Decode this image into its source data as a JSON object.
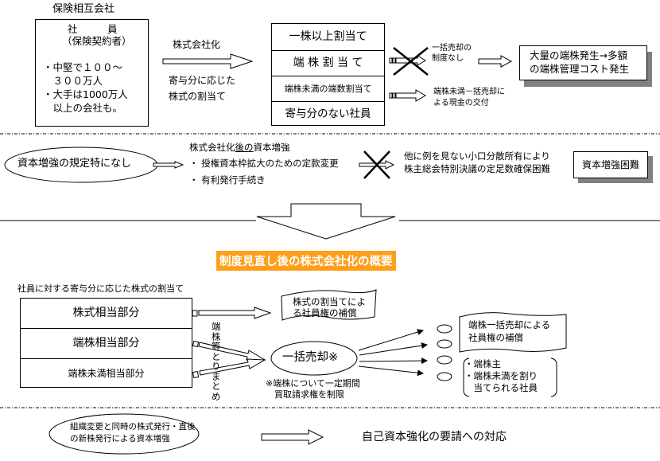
{
  "top": {
    "company_label": "保険相互会社",
    "member_box": {
      "title": "社　　　員",
      "subtitle": "（保険契約者）",
      "bullet1_line1": "・中堅で１００～",
      "bullet1_line2": "　３００万人",
      "bullet2_line1": "・大手は1000万人",
      "bullet2_line2": "　以上の会社も。"
    },
    "arrow_label_above": "株式会社化",
    "arrow_label_below1": "寄与分に応じた",
    "arrow_label_below2": "株式の割当て",
    "allocation_table": [
      "一株以上割当て",
      "端 株 割 当 て",
      "端株未満の端数割当て",
      "寄与分のない社員"
    ],
    "no_system_note_line1": "一括売却の",
    "no_system_note_line2": "制度なし",
    "cash_note_line1": "端株未満－括売却に",
    "cash_note_line2": "よる現金の交付",
    "result_box_line1": "大量の端株発生→多額",
    "result_box_line2": "の端株管理コスト発生"
  },
  "middle": {
    "oval_text": "資本増強の規定特になし",
    "heading_prefix": "株式会社化",
    "heading_underlined": "後の",
    "heading_suffix": "資本増強",
    "item1": "・ 授権資本枠拡大のための定款変更",
    "item2": "・ 有利発行手続き",
    "difficulty_line1": "他に例を見ない小口分散所有により",
    "difficulty_line2": "株主総会特別決議の定足数確保困難",
    "result_box": "資本増強困難"
  },
  "overview_title": "制度見直し後の株式会社化の概要",
  "lower": {
    "table_caption": "社員に対する寄与分に応じた株式の割当て",
    "rows": [
      "株式相当部分",
      "端株相当部分",
      "端株未満相当部分"
    ],
    "vertical_label": "端株等とりまとめ",
    "share_note_line1": "株式の割当てによ",
    "share_note_line2": "る社員権の補償",
    "bulk_sale_oval": "一括売却※",
    "footnote_line1": "※端株について一定期間",
    "footnote_line2": "　買取請求権を制限",
    "compensation_line1": "端株一括売却による",
    "compensation_line2": "社員権の補償",
    "recipients_line1": "・端株主",
    "recipients_line2": "・端株未満を割り",
    "recipients_line3": "　当てられる社員"
  },
  "bottom": {
    "oval_line1": "組織変更と同時の株式発行・直後",
    "oval_line2": "の新株発行による資本増強",
    "result_text": "自己資本強化の要請への対応"
  },
  "colors": {
    "title_bg": "#ff9e1b",
    "title_text": "#ffffff",
    "shadow": "#808080"
  }
}
